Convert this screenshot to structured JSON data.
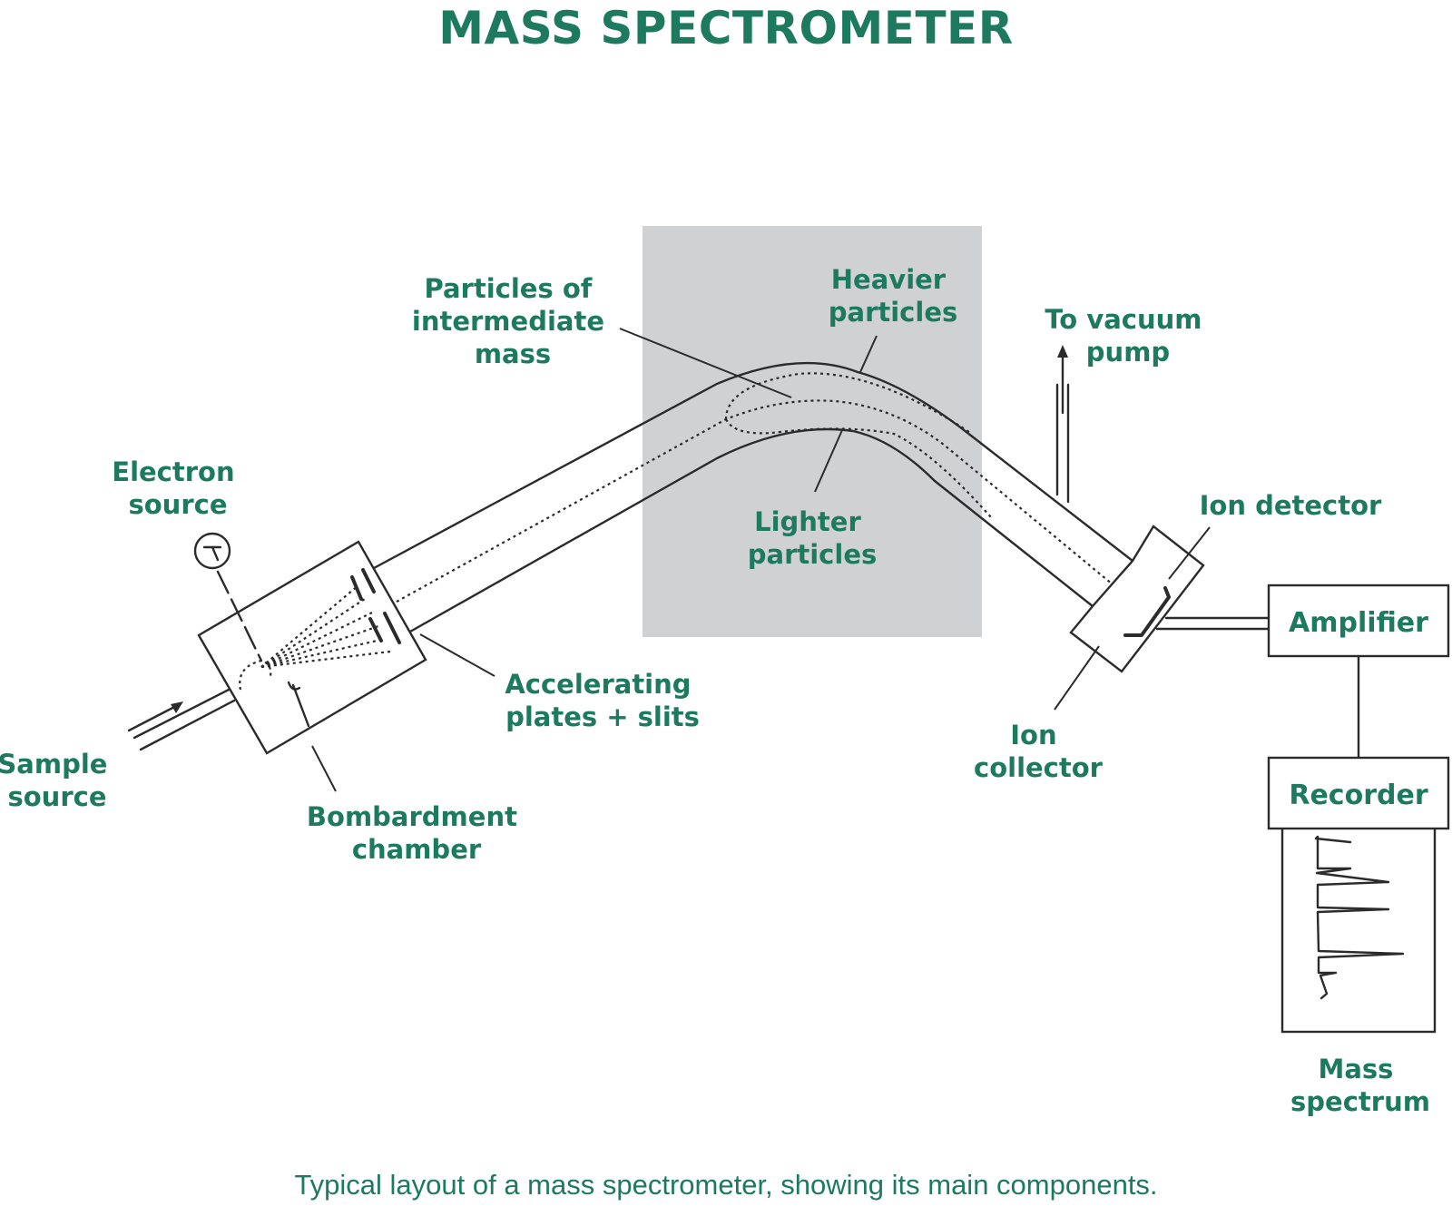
{
  "title": "MASS SPECTROMETER",
  "caption": "Typical layout of a mass spectrometer, showing its main components.",
  "colors": {
    "label_text": "#1e7a5f",
    "line": "#2b2b2b",
    "magnet_field": "#d0d1d3",
    "caption_text": "#1e7a5f"
  },
  "labels": {
    "electron_source": [
      "Electron",
      "source"
    ],
    "sample_source": [
      "Sample",
      "source"
    ],
    "bombardment_chamber": [
      "Bombardment",
      "chamber"
    ],
    "accelerating_plates": [
      "Accelerating",
      "plates + slits"
    ],
    "intermediate_particles": [
      "Particles of",
      "intermediate",
      "mass"
    ],
    "heavier_particles": [
      "Heavier",
      "particles"
    ],
    "lighter_particles": [
      "Lighter",
      "particles"
    ],
    "vacuum_pump": [
      "To vacuum",
      "pump"
    ],
    "ion_detector": [
      "Ion detector"
    ],
    "ion_collector": [
      "Ion",
      "collector"
    ],
    "amplifier": "Amplifier",
    "recorder": "Recorder",
    "mass_spectrum": [
      "Mass",
      "spectrum"
    ]
  }
}
